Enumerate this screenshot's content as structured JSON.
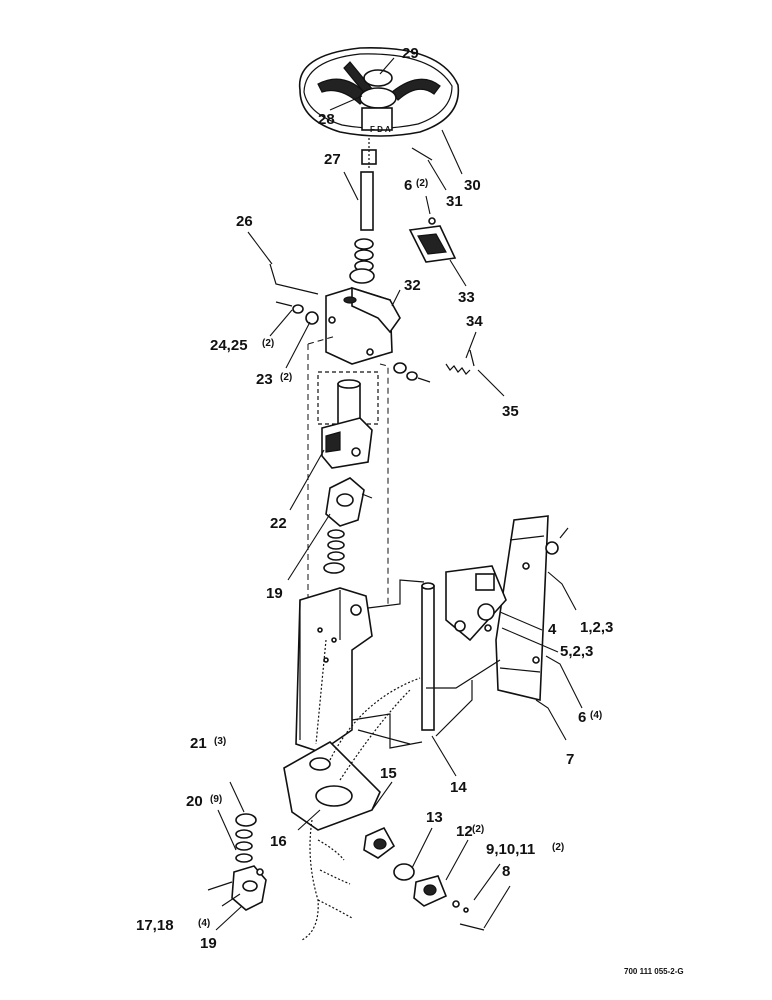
{
  "drawing": {
    "labels": {
      "l1": "1,2,3",
      "l4": "4",
      "l5": "5,2,3",
      "l6a": "6",
      "l6a_q": "(2)",
      "l6b": "6",
      "l6b_q": "(4)",
      "l7": "7",
      "l8": "8",
      "l9": "9,10,11",
      "l9_q": "(2)",
      "l12": "12",
      "l12_q": "(2)",
      "l13": "13",
      "l14": "14",
      "l15": "15",
      "l16": "16",
      "l17": "17,18",
      "l17_q": "(4)",
      "l19a": "19",
      "l19b": "19",
      "l20": "20",
      "l20_q": "(9)",
      "l21": "21",
      "l21_q": "(3)",
      "l22": "22",
      "l23": "23",
      "l23_q": "(2)",
      "l24": "24,25",
      "l24_q": "(2)",
      "l26": "26",
      "l27": "27",
      "l28": "28",
      "l29": "29",
      "l30": "30",
      "l31": "31",
      "l32": "32",
      "l33": "33",
      "l34": "34",
      "l35": "35"
    },
    "drawing_number": "700 111 055-2-G"
  }
}
